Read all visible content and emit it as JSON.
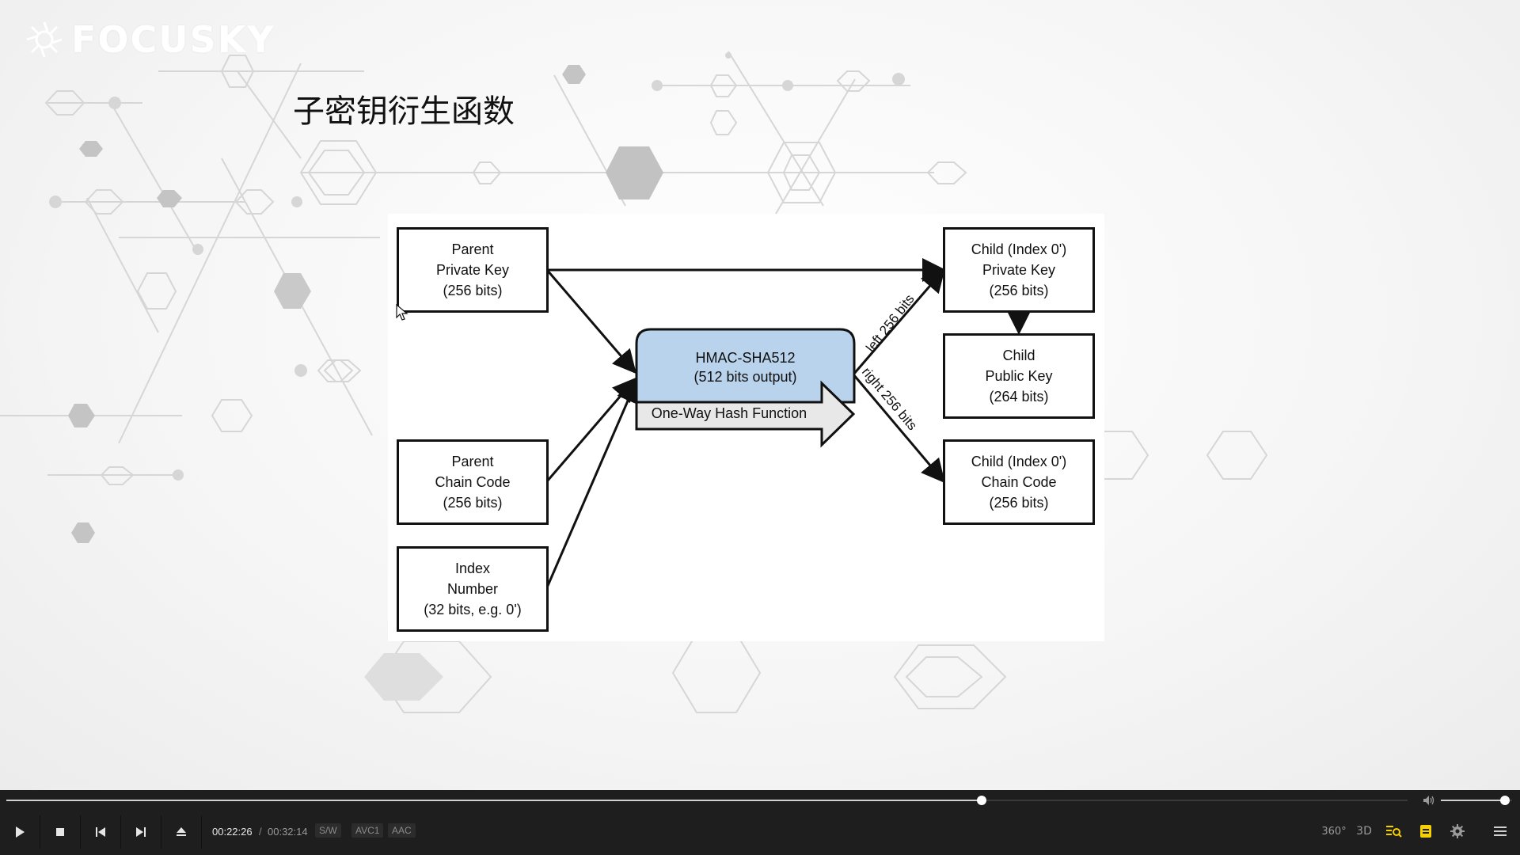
{
  "slide": {
    "logo_text": "FOCUSKY",
    "title": "子密钥衍生函数"
  },
  "diagram": {
    "parent_private_key": [
      "Parent",
      "Private Key",
      "(256 bits)"
    ],
    "parent_chain_code": [
      "Parent",
      "Chain Code",
      "(256 bits)"
    ],
    "index_number": [
      "Index",
      "Number",
      "(32 bits, e.g. 0')"
    ],
    "hmac": [
      "HMAC-SHA512",
      "(512 bits output)"
    ],
    "one_way": "One-Way Hash Function",
    "child_private_key": [
      "Child (Index 0')",
      "Private Key",
      "(256 bits)"
    ],
    "child_public_key": [
      "Child",
      "Public Key",
      "(264 bits)"
    ],
    "child_chain_code": [
      "Child (Index 0')",
      "Chain Code",
      "(256 bits)"
    ],
    "left_label": "left 256 bits",
    "right_label": "right 256 bits"
  },
  "player": {
    "current_time": "00:22:26",
    "separator": "/",
    "total_time": "00:32:14",
    "tags": [
      "S/W",
      "AVC1",
      "AAC"
    ],
    "progress_fraction": 0.696,
    "volume_fraction": 0.9,
    "icons": [
      "play-icon",
      "stop-icon",
      "previous-icon",
      "next-icon",
      "eject-icon",
      "360-icon",
      "3d-icon",
      "playlist-search-icon",
      "subtitle-icon",
      "settings-icon",
      "menu-icon"
    ],
    "label_360": "360°",
    "label_3d": "3D",
    "accent_color": "#f5d000"
  }
}
